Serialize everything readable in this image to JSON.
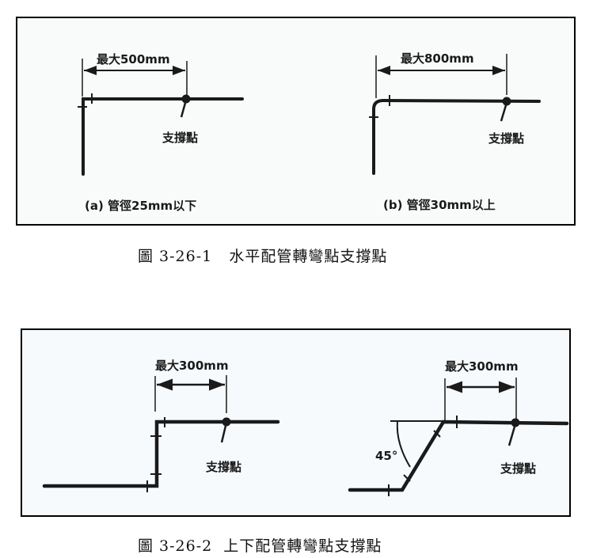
{
  "figure1": {
    "caption": "圖 3-26-1   水平配管轉彎點支撐點",
    "panel_a": {
      "dimension_label": "最大500mm",
      "support_label": "支撐點",
      "sub_caption": "(a) 管徑25mm以下"
    },
    "panel_b": {
      "dimension_label": "最大800mm",
      "support_label": "支撐點",
      "sub_caption": "(b) 管徑30mm以上"
    }
  },
  "figure2": {
    "caption": "圖 3-26-2  上下配管轉彎點支撐點",
    "panel_left": {
      "dimension_label": "最大300mm",
      "support_label": "支撐點"
    },
    "panel_right": {
      "dimension_label": "最大300mm",
      "angle_label": "45°",
      "support_label": "支撐點"
    }
  },
  "colors": {
    "line": "#1a1a1a",
    "frame_border": "#000000",
    "frame_fill": "#f9fbfb"
  }
}
